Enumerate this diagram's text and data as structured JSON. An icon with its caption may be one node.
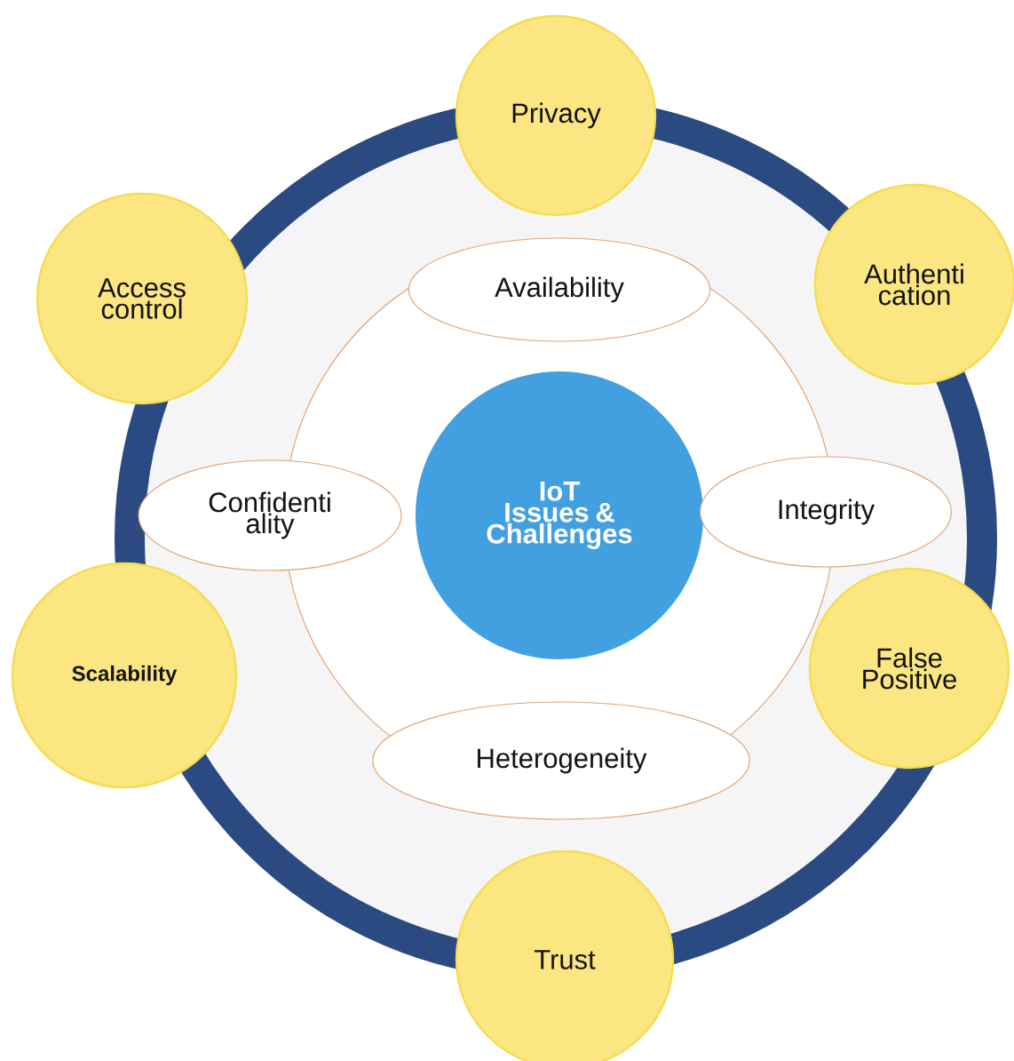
{
  "diagram": {
    "nodes": [
      {
        "text": [
          "Privacy"
        ]
      },
      {
        "text": [
          "Access control"
        ]
      },
      {
        "text": [
          "Authenti cation"
        ]
      },
      {
        "text": [
          "Availability"
        ]
      },
      {
        "text": [
          "Confidenti ality"
        ]
      },
      {
        "text": [
          "IoT Issues & Challenges"
        ]
      },
      {
        "text": [
          "Integrity"
        ]
      },
      {
        "text": [
          "Scalability"
        ]
      },
      {
        "text": [
          "False Positive"
        ]
      },
      {
        "text": [
          "Heterogeneity"
        ]
      },
      {
        "text": [
          "Trust"
        ]
      }
    ]
  }
}
